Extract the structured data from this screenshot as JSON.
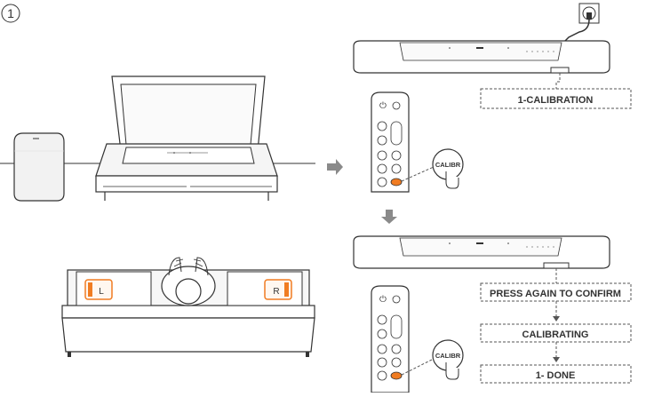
{
  "step_number": "1",
  "speaker_labels": {
    "left": "L",
    "right": "R"
  },
  "remote_button_label": "CALIBR",
  "status_boxes": [
    "1-CALIBRATION",
    "PRESS AGAIN TO CONFIRM",
    "CALIBRATING",
    "1- DONE"
  ],
  "colors": {
    "line": "#333333",
    "orange_accent": "#f07c22",
    "dashed_border": "#555555",
    "arrow_gray": "#8a8a8a",
    "fill_light": "#f2f2f2"
  }
}
